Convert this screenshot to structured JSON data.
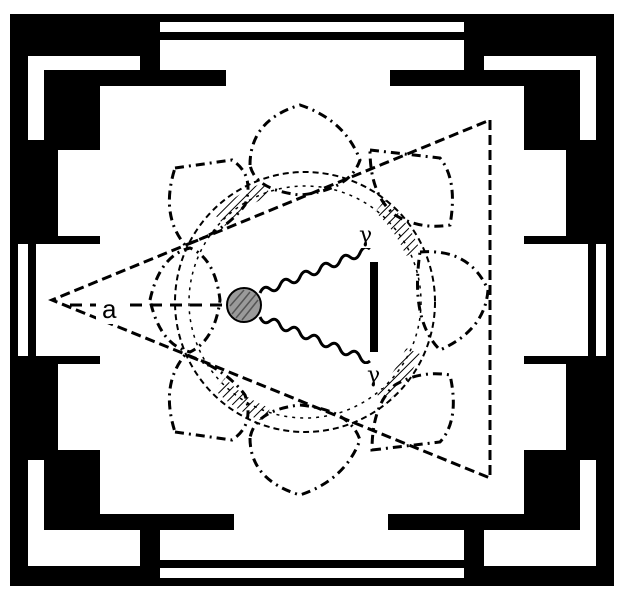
{
  "diagram": {
    "labels": {
      "incoming": "a",
      "photon_top": "γ",
      "photon_bottom": "γ"
    },
    "colors": {
      "ink": "#000000",
      "paper": "#ffffff",
      "vertex_fill": "#9a9a9a"
    }
  }
}
